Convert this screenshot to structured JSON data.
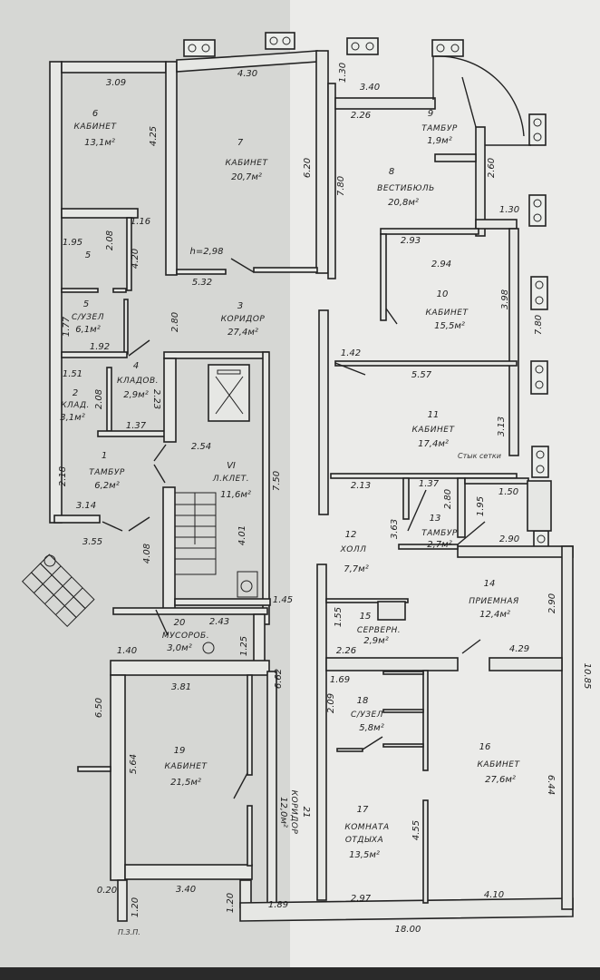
{
  "plan": {
    "paper_left": "#d6d7d4",
    "paper_right": "#ebebe9",
    "ink": "#222222",
    "ceiling_height": "h=2,98",
    "note_joint": "Стык сетки",
    "stamp": "П.З.П.",
    "rooms": [
      {
        "num": "6",
        "name": "КАБИНЕТ",
        "area": "13,1м²"
      },
      {
        "num": "7",
        "name": "КАБИНЕТ",
        "area": "20,7м²"
      },
      {
        "num": "5",
        "name": "",
        "area": ""
      },
      {
        "num": "5",
        "name": "С/УЗЕЛ",
        "area": "6,1м²"
      },
      {
        "num": "3",
        "name": "КОРИДОР",
        "area": "27,4м²"
      },
      {
        "num": "4",
        "name": "КЛАДОВ.",
        "area": "2,9м²"
      },
      {
        "num": "2",
        "name": "КЛАД.",
        "area": "3,1м²"
      },
      {
        "num": "1",
        "name": "ТАМБУР",
        "area": "6,2м²"
      },
      {
        "num": "VI",
        "name": "Л.КЛЕТ.",
        "area": "11,6м²"
      },
      {
        "num": "20",
        "name": "МУСОРОБ.",
        "area": "3,0м²"
      },
      {
        "num": "19",
        "name": "КАБИНЕТ",
        "area": "21,5м²"
      },
      {
        "num": "21",
        "name": "КОРИДОР",
        "area": "12,0м²"
      },
      {
        "num": "8",
        "name": "ВЕСТИБЮЛЬ",
        "area": "20,8м²"
      },
      {
        "num": "9",
        "name": "ТАМБУР",
        "area": "1,9м²"
      },
      {
        "num": "10",
        "name": "КАБИНЕТ",
        "area": "15,5м²"
      },
      {
        "num": "11",
        "name": "КАБИНЕТ",
        "area": "17,4м²"
      },
      {
        "num": "12",
        "name": "ХОЛЛ",
        "area": "7,7м²"
      },
      {
        "num": "13",
        "name": "ТАМБУР",
        "area": "2,7м²"
      },
      {
        "num": "14",
        "name": "ПРИЕМНАЯ",
        "area": "12,4м²"
      },
      {
        "num": "15",
        "name": "СЕРВЕРН.",
        "area": "2,9м²"
      },
      {
        "num": "18",
        "name": "С/УЗЕЛ",
        "area": "5,8м²"
      },
      {
        "num": "16",
        "name": "КАБИНЕТ",
        "area": "27,6м²"
      },
      {
        "num": "17",
        "name": "КОМНАТА",
        "name2": "ОТДЫХА",
        "area": "13,5м²"
      }
    ],
    "dims": [
      "3.09",
      "4.30",
      "4.25",
      "1.16",
      "1.95",
      "2.08",
      "4.20",
      "5.32",
      "1.77",
      "1.92",
      "2.80",
      "1.51",
      "2.08",
      "2.23",
      "1.37",
      "2.54",
      "2.18",
      "3.14",
      "3.55",
      "4.08",
      "7.50",
      "4.01",
      "1.45",
      "2.43",
      "1.25",
      "1.40",
      "3.81",
      "6.50",
      "5.64",
      "6.62",
      "0.20",
      "1.20",
      "3.40",
      "1.20",
      "1.89",
      "1.30",
      "3.40",
      "2.26",
      "6.20",
      "7.80",
      "2.60",
      "1.30",
      "2.93",
      "2.94",
      "3.98",
      "7.80",
      "1.42",
      "5.57",
      "3.13",
      "2.13",
      "1.37",
      "2.80",
      "1.95",
      "1.50",
      "3.63",
      "2.90",
      "2.90",
      "1.55",
      "2.26",
      "4.29",
      "1.69",
      "2.09",
      "10.85",
      "6.44",
      "4.55",
      "2.97",
      "4.10",
      "18.00"
    ]
  }
}
